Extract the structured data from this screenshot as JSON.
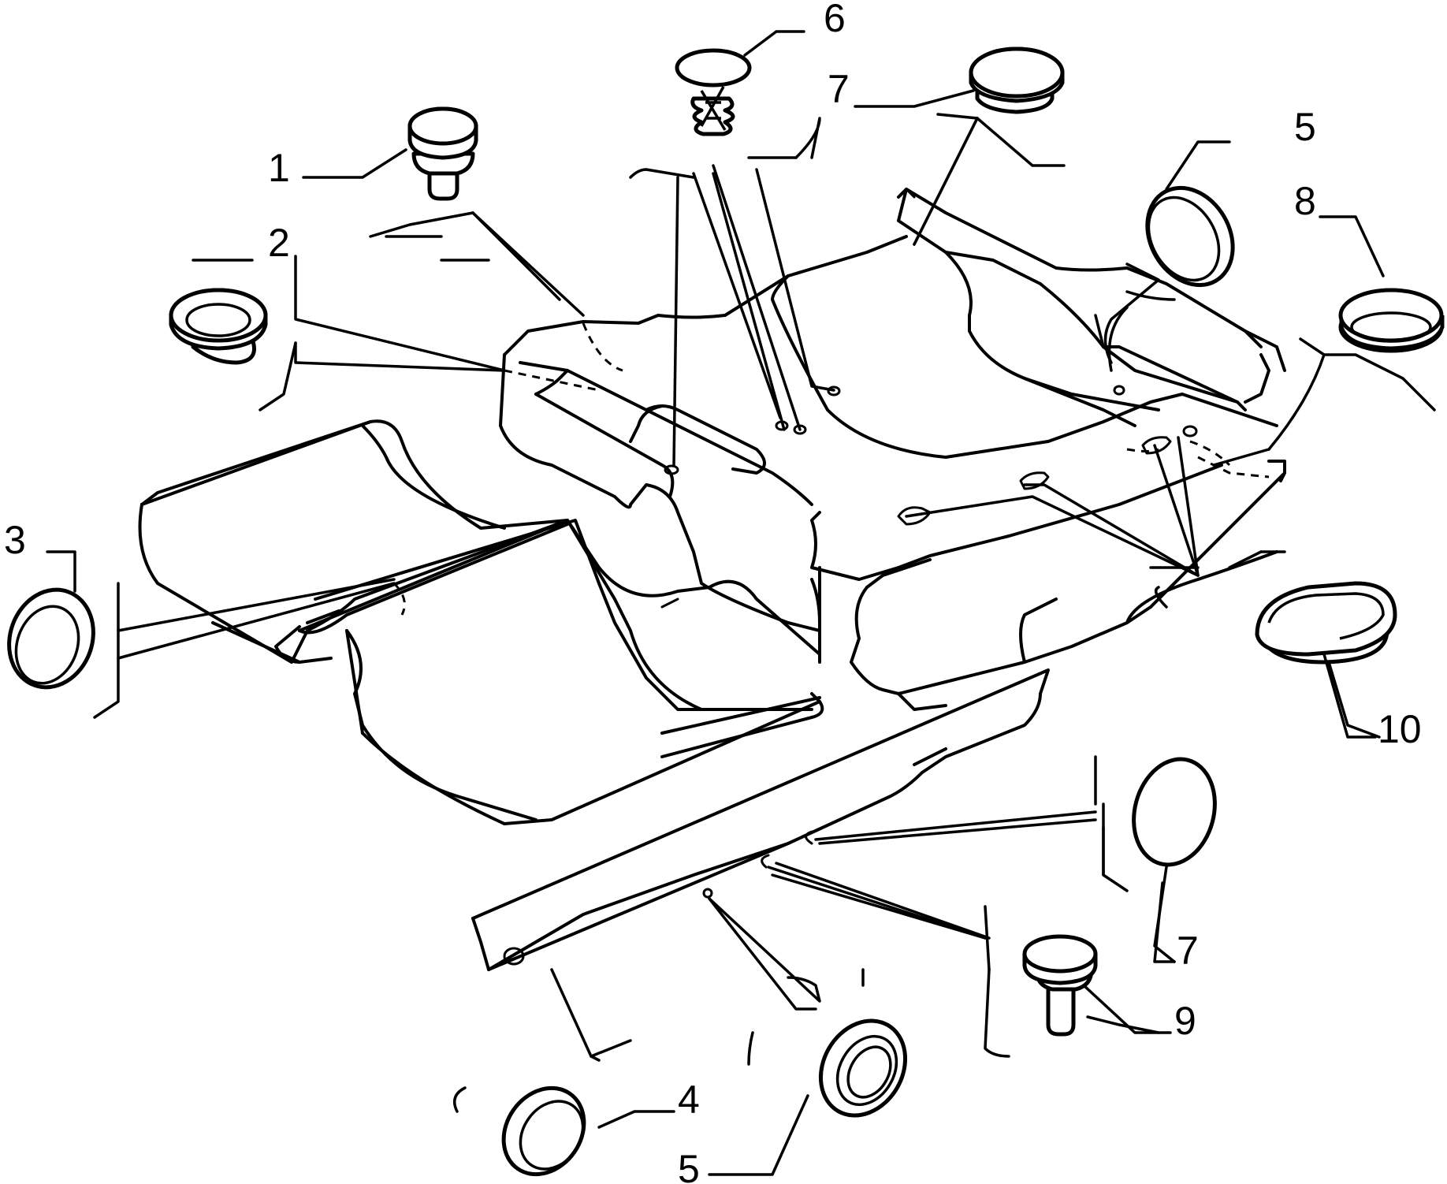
{
  "callouts": [
    {
      "id": "c1",
      "label": "1"
    },
    {
      "id": "c2",
      "label": "2"
    },
    {
      "id": "c3",
      "label": "3"
    },
    {
      "id": "c4",
      "label": "4"
    },
    {
      "id": "c5a",
      "label": "5"
    },
    {
      "id": "c5b",
      "label": "5"
    },
    {
      "id": "c6",
      "label": "6"
    },
    {
      "id": "c7a",
      "label": "7"
    },
    {
      "id": "c7b",
      "label": "7"
    },
    {
      "id": "c8",
      "label": "8"
    },
    {
      "id": "c9",
      "label": "9"
    },
    {
      "id": "c10",
      "label": "10"
    }
  ]
}
